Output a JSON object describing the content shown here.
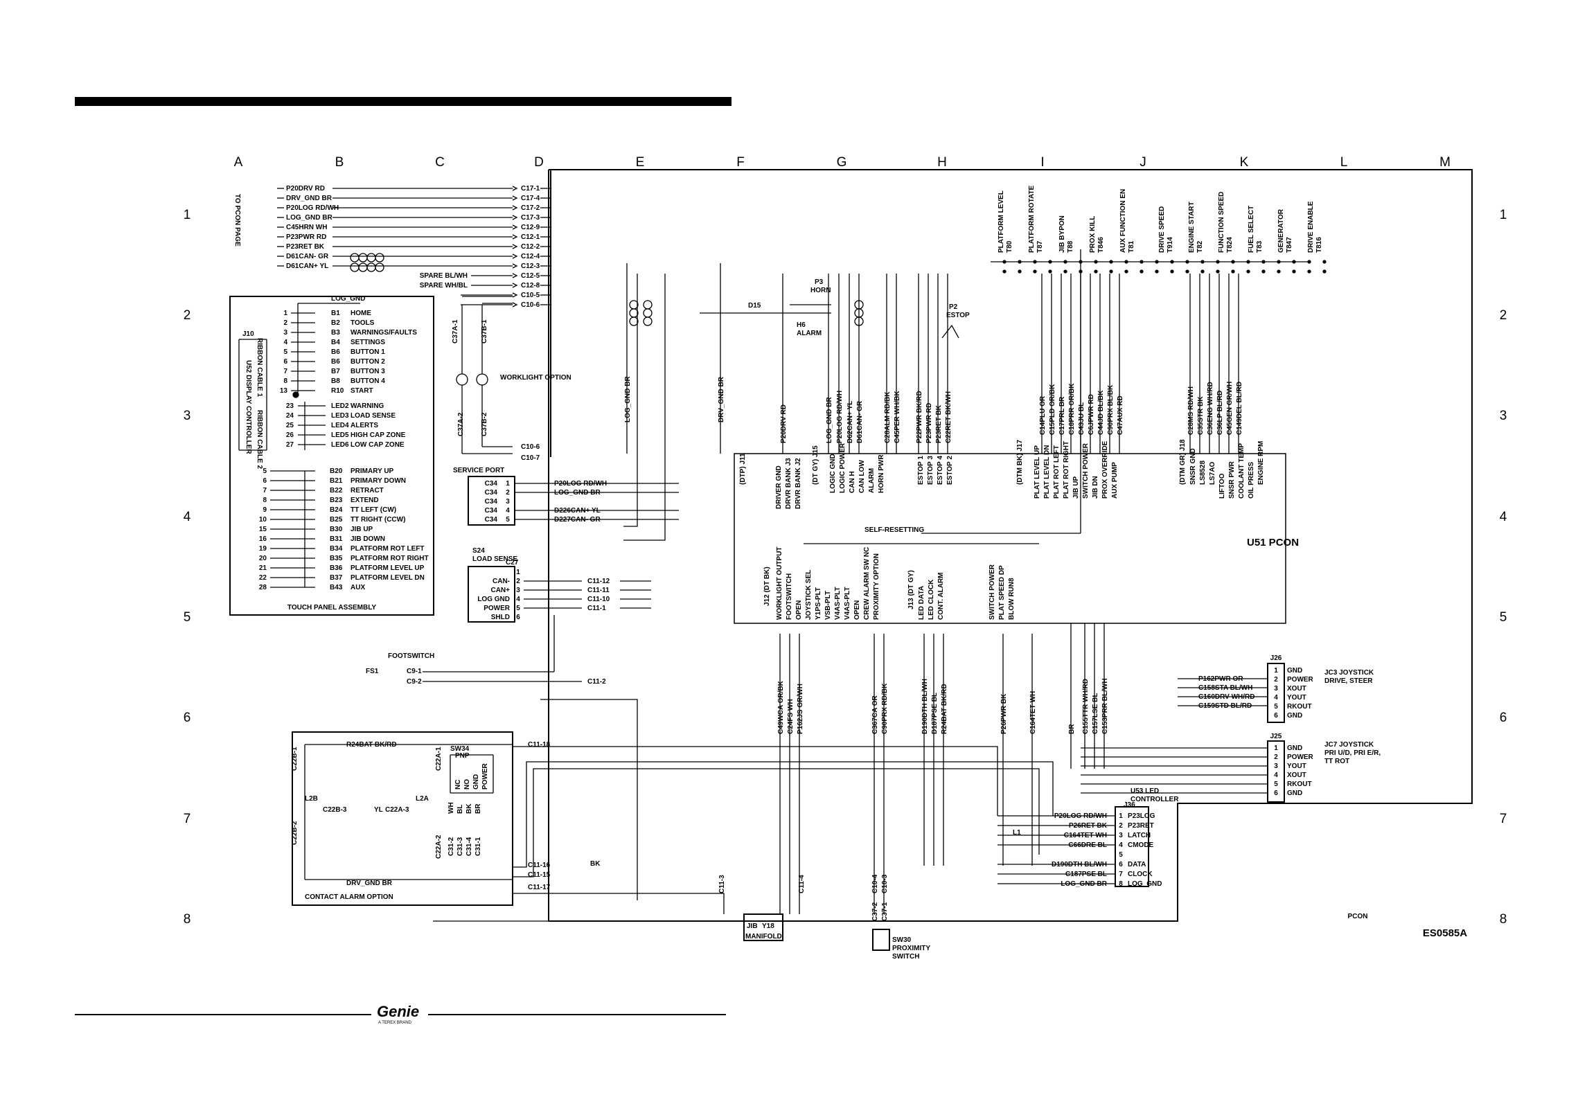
{
  "grid": {
    "columns": [
      "A",
      "B",
      "C",
      "D",
      "E",
      "F",
      "G",
      "H",
      "I",
      "J",
      "K",
      "L",
      "M"
    ],
    "rows": [
      "1",
      "2",
      "3",
      "4",
      "5",
      "6",
      "7",
      "8"
    ]
  },
  "drawing_id": "ES0585A",
  "page_tag": "PCON",
  "brand": {
    "name": "Genie",
    "sub": "A TEREX BRAND"
  },
  "to_pcon_label": "TO PCON PAGE",
  "connectors_left": [
    {
      "wire": "P20DRV RD",
      "pin": "C17-1"
    },
    {
      "wire": "DRV_GND BR",
      "pin": "C17-4"
    },
    {
      "wire": "P20LOG RD/WH",
      "pin": "C17-2"
    },
    {
      "wire": "LOG_GND BR",
      "pin": "C17-3"
    },
    {
      "wire": "C45HRN WH",
      "pin": "C12-9"
    },
    {
      "wire": "P23PWR RD",
      "pin": "C12-1"
    },
    {
      "wire": "P23RET BK",
      "pin": "C12-2"
    },
    {
      "wire": "D61CAN- GR",
      "pin": "C12-4"
    },
    {
      "wire": "D61CAN+ YL",
      "pin": "C12-3"
    },
    {
      "wire": "SPARE BL/WH",
      "pin": "C12-5"
    },
    {
      "wire": "SPARE WH/BL",
      "pin": "C12-8"
    },
    {
      "wire": "",
      "pin": "C10-5"
    },
    {
      "wire": "",
      "pin": "C10-6"
    }
  ],
  "touch_panel": {
    "title": "TOUCH PANEL ASSEMBLY",
    "controller": "U52 DISPLAY CONTROLLER",
    "j10": "J10",
    "ribbon1": "RIBBON CABLE 1",
    "ribbon2": "RIBBON CABLE 2",
    "log_gnd": "LOG_GND",
    "buttons": [
      {
        "n": "1",
        "id": "B1",
        "label": "HOME"
      },
      {
        "n": "2",
        "id": "B2",
        "label": "TOOLS"
      },
      {
        "n": "3",
        "id": "B3",
        "label": "WARNINGS/FAULTS"
      },
      {
        "n": "4",
        "id": "B4",
        "label": "SETTINGS"
      },
      {
        "n": "5",
        "id": "B6",
        "label": "BUTTON 1"
      },
      {
        "n": "6",
        "id": "B6",
        "label": "BUTTON 2"
      },
      {
        "n": "7",
        "id": "B7",
        "label": "BUTTON 3"
      },
      {
        "n": "8",
        "id": "B8",
        "label": "BUTTON 4"
      },
      {
        "n": "13",
        "id": "R10",
        "label": "START"
      }
    ],
    "leds": [
      {
        "n": "23",
        "id": "LED2",
        "label": "WARNING"
      },
      {
        "n": "24",
        "id": "LED3",
        "label": "LOAD SENSE"
      },
      {
        "n": "25",
        "id": "LED4",
        "label": "ALERTS"
      },
      {
        "n": "26",
        "id": "LED5",
        "label": "HIGH CAP ZONE"
      },
      {
        "n": "27",
        "id": "LED6",
        "label": "LOW CAP ZONE"
      }
    ],
    "switches": [
      {
        "n": "5",
        "id": "B20",
        "label": "PRIMARY UP"
      },
      {
        "n": "6",
        "id": "B21",
        "label": "PRIMARY DOWN"
      },
      {
        "n": "7",
        "id": "B22",
        "label": "RETRACT"
      },
      {
        "n": "8",
        "id": "B23",
        "label": "EXTEND"
      },
      {
        "n": "9",
        "id": "B24",
        "label": "TT LEFT (CW)"
      },
      {
        "n": "10",
        "id": "B25",
        "label": "TT RIGHT (CCW)"
      },
      {
        "n": "15",
        "id": "B30",
        "label": "JIB UP"
      },
      {
        "n": "16",
        "id": "B31",
        "label": "JIB DOWN"
      },
      {
        "n": "19",
        "id": "B34",
        "label": "PLATFORM ROT LEFT"
      },
      {
        "n": "20",
        "id": "B35",
        "label": "PLATFORM ROT RIGHT"
      },
      {
        "n": "21",
        "id": "B36",
        "label": "PLATFORM LEVEL UP"
      },
      {
        "n": "22",
        "id": "B37",
        "label": "PLATFORM LEVEL DN"
      },
      {
        "n": "28",
        "id": "B43",
        "label": "AUX"
      }
    ]
  },
  "worklight": {
    "label": "WORKLIGHT OPTION",
    "pins": [
      "C37A-1",
      "C37B-1",
      "C37A-2",
      "C37B-2"
    ],
    "c10": [
      "C10-6",
      "C10-7"
    ]
  },
  "service_port": {
    "title": "SERVICE PORT",
    "rows": [
      {
        "pin": "C34",
        "n": "1",
        "wire": "P20LOG RD/WH"
      },
      {
        "pin": "C34",
        "n": "2",
        "wire": "LOG_GND BR"
      },
      {
        "pin": "C34",
        "n": "3",
        "wire": ""
      },
      {
        "pin": "C34",
        "n": "4",
        "wire": "D226CAN+ YL"
      },
      {
        "pin": "C34",
        "n": "5",
        "wire": "D227CAN- GR"
      }
    ]
  },
  "load_sense": {
    "title": "S24 LOAD SENSE",
    "conn": "C27",
    "rows": [
      {
        "name": "",
        "n": "1",
        "pin": ""
      },
      {
        "name": "CAN-",
        "n": "2",
        "pin": "C11-12"
      },
      {
        "name": "CAN+",
        "n": "3",
        "pin": "C11-11"
      },
      {
        "name": "LOG GND",
        "n": "4",
        "pin": "C11-10"
      },
      {
        "name": "POWER",
        "n": "5",
        "pin": "C11-1"
      },
      {
        "name": "SHLD",
        "n": "6",
        "pin": ""
      }
    ]
  },
  "footswitch": {
    "title": "FOOTSWITCH",
    "id": "FS1",
    "pins": [
      "C9-1",
      "C9-2"
    ],
    "c11": "C11-2"
  },
  "contact_alarm": {
    "title": "CONTACT ALARM OPTION",
    "wire_top": "R24BAT BK/RD",
    "pin_top": "C11-18",
    "wire_bottom": "DRV_GND BR",
    "pins_right": [
      "C11-16",
      "C11-15",
      "C11-17"
    ],
    "l2b": "L2B",
    "l2a": "L2A",
    "yl": "YL",
    "c22b": [
      "C22B-1",
      "C22B-3",
      "C22B-2"
    ],
    "c22a": [
      "C22A-1",
      "C22A-3",
      "C22A-2"
    ],
    "sw34": "SW34",
    "pnp": "PNP",
    "sw_labels": [
      "NC",
      "NO",
      "GND",
      "POWER"
    ],
    "wire_colors": [
      "WH",
      "BL",
      "BK",
      "BR"
    ],
    "c31": [
      "C31-2",
      "C31-3",
      "C31-4",
      "C31-1"
    ],
    "bk": "BK"
  },
  "horn": {
    "id": "P3",
    "title": "HORN",
    "alarm_id": "H6",
    "alarm": "ALARM",
    "d15": "D15"
  },
  "estop": {
    "id": "P2",
    "title": "ESTOP"
  },
  "vertical_wires": [
    "LOG_GND BR",
    "DRV_GND BR",
    "P20DRV RD",
    "LOG_GND BR",
    "P20LOG RD/WH",
    "D62CAN+ YL",
    "D61CAN- GR",
    "C28ALM RD/BK",
    "C45PER WH/BK",
    "P22PWR BK/RD",
    "P23PWR RD",
    "P23RET BK",
    "C22RET BK/WH"
  ],
  "pcon": {
    "title": "U51 PCON",
    "su_resetting": "SELF-RESETTING",
    "j11": "(DTP) J11",
    "j11_pins": [
      "DRIVER GND",
      "DRVR BANK J3",
      "DRVR BANK J2"
    ],
    "j15": "(DT GY) J15",
    "j15_pins": [
      "LOGIC GND",
      "LOGIC POWER",
      "CAN H",
      "CAN LOW",
      "ALARM",
      "HORN PWR"
    ],
    "j16_pins": [
      "ESTOP 1",
      "ESTOP 3",
      "ESTOP 4",
      "ESTOP 2"
    ],
    "j17": "(DTM BK) J17",
    "j17_pins": [
      "PLAT LEVEL UP",
      "PLAT LEVEL DN",
      "PLAT ROT LEFT",
      "PLAT ROT RIGHT",
      "JIB UP",
      "SWITCH POWER",
      "JIB DN",
      "PROX OVERRIDE",
      "AUX PUMP"
    ],
    "j18": "(DTM GR) J18",
    "j18_pins": [
      "SNSR GND",
      "LS8528",
      "LS7AO",
      "LIFTOO",
      "SNSR PWR",
      "COOLANT TEMP",
      "OIL PRESS",
      "ENGINE RPM"
    ],
    "j12": "J12 (DT BK)",
    "j12_pins": [
      "WORKLIGHT OUTPUT",
      "FOOTSWITCH",
      "OPEN",
      "JOYSTICK SEL",
      "Y1PS-PLT",
      "VSB-PLT",
      "V4AS-PLT",
      "V4AS-PLT",
      "OPEN",
      "CREW ALARM SW NC",
      "PROXIMITY OPTION"
    ],
    "j13": "J13 (DT GY)",
    "j13_pins": [
      "LED DATA",
      "LED CLOCK",
      "CONT. ALARM",
      "SWITCH POWER",
      "PLAT SPEED DP",
      "BLOW RUN8"
    ]
  },
  "top_switches_left": [
    {
      "label": "PLATFORM LEVEL",
      "id": "T80"
    },
    {
      "label": "PLATFORM ROTATE",
      "id": "T87"
    },
    {
      "label": "JIB BYPON",
      "id": "T88"
    },
    {
      "label": "PROX KILL",
      "id": "T846"
    },
    {
      "label": "AUX FUNCTION EN",
      "id": "T81"
    }
  ],
  "top_switches_right": [
    {
      "label": "DRIVE SPEED",
      "id": "T914"
    },
    {
      "label": "ENGINE START",
      "id": "T82"
    },
    {
      "label": "FUNCTION SPEED",
      "id": "T824"
    },
    {
      "label": "FUEL SELECT",
      "id": "T83"
    },
    {
      "label": "GENERATOR",
      "id": "T847"
    },
    {
      "label": "DRIVE ENABLE",
      "id": "T816"
    }
  ],
  "j17_wires": [
    "C14PLU OR",
    "C15PLD OR/BK",
    "C17PRL BR",
    "C18PRR OR/BK",
    "C43JU BL",
    "C6JPWR RD",
    "C44JD BL/BK",
    "C90PRX BL/BK",
    "C47AUX RD"
  ],
  "j18_wires": [
    "C28MS RD/WH",
    "C35STR BK",
    "C36ENG WH/RD",
    "C36LP BL/RD",
    "C45GEN GR/WH",
    "C149DEL BL/RD"
  ],
  "j12_wires": [
    "C49WCA OR/BK",
    "C24FS WH",
    "P162JS GR/WH",
    "C367CA OR",
    "C90PRX RD/BK"
  ],
  "j13_wires": [
    "D190DTH BL/WH",
    "D187PSE BL",
    "R24BAT BK/RD",
    "P26PWR BK",
    "C164TET WH"
  ],
  "joystick_wires_bottom": [
    "BR",
    "C155TTR WH/RD",
    "C157LSE BL",
    "C153PRR BL/WH"
  ],
  "jc3": {
    "title": "JC3 JOYSTICK DRIVE, STEER",
    "conn": "J26",
    "pins": [
      "GND",
      "POWER",
      "XOUT",
      "YOUT",
      "RKOUT",
      "GND"
    ],
    "wires": [
      "P162PWR OR",
      "C158STA BL/WH",
      "C160DRV WH/RD",
      "C159STD BL/RD"
    ]
  },
  "jc7": {
    "title": "JC7 JOYSTICK PRI U/D, PRI E/R, TT ROT",
    "conn": "J25",
    "pins": [
      "GND",
      "POWER",
      "YOUT",
      "XOUT",
      "RKOUT",
      "GND"
    ]
  },
  "led_controller": {
    "title": "U53 LED CONTROLLER",
    "conn": "J36",
    "l1": "L1",
    "rows": [
      {
        "wire": "P20LOG RD/WH",
        "n": "1",
        "pin": "P23LOG"
      },
      {
        "wire": "P26RET BK",
        "n": "2",
        "pin": "P23RET"
      },
      {
        "wire": "C164TET WH",
        "n": "3",
        "pin": "LATCH"
      },
      {
        "wire": "C66DRE BL",
        "n": "4",
        "pin": "CMODE"
      },
      {
        "wire": "",
        "n": "5",
        "pin": ""
      },
      {
        "wire": "D190DTH BL/WH",
        "n": "6",
        "pin": "DATA"
      },
      {
        "wire": "C187PSE BL",
        "n": "7",
        "pin": "CLOCK"
      },
      {
        "wire": "LOG_GND BR",
        "n": "8",
        "pin": "LOG_GND"
      }
    ]
  },
  "manifold": {
    "jib": "JIB",
    "id": "Y18",
    "label": "MANIFOLD",
    "c11": [
      "C11-3",
      "C11-4"
    ]
  },
  "proximity": {
    "id": "SW30",
    "label": "PROXIMITY SWITCH",
    "c10": [
      "C10-4",
      "C10-3"
    ],
    "c37": [
      "C37-2",
      "C37-1"
    ]
  }
}
